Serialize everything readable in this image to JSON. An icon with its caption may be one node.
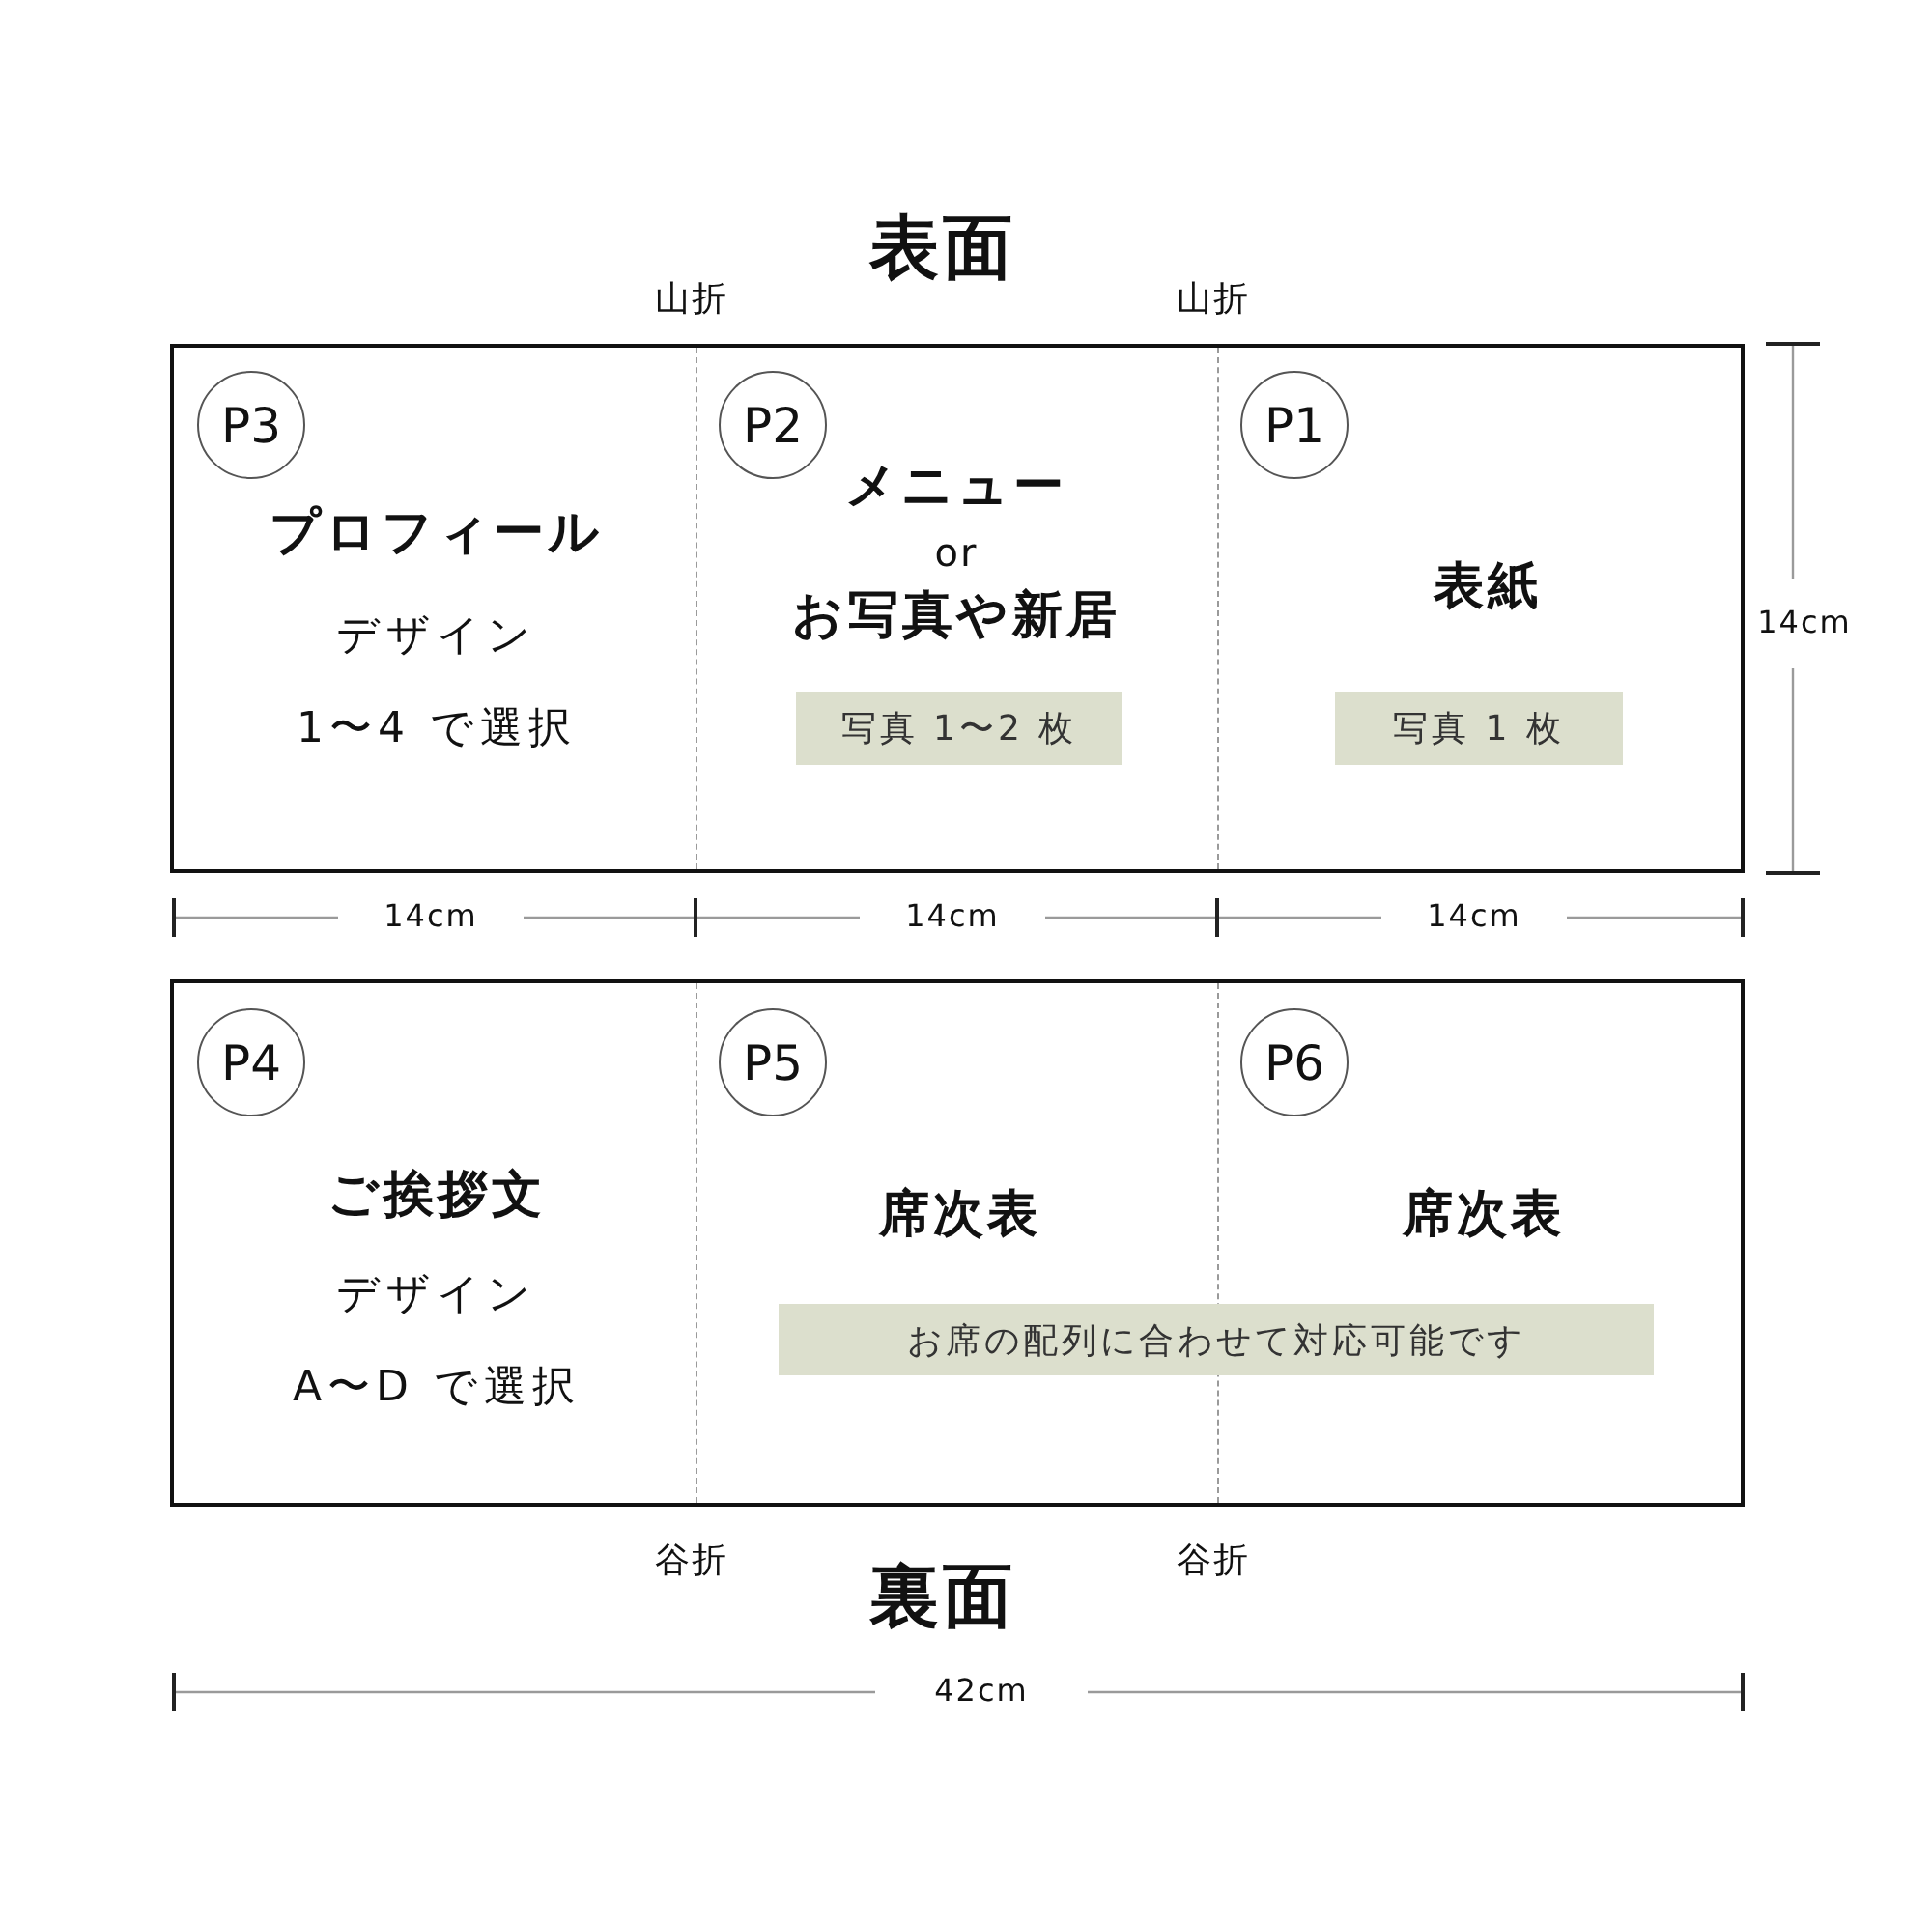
{
  "diagram": {
    "nodes": [
      {
        "text": [
          "表面"
        ]
      },
      {
        "text": [
          "プロフィール",
          "デザイン 1〜4 で選択"
        ],
        "in": 0
      },
      {
        "text": [
          "P3"
        ],
        "in": 1
      },
      {
        "text": [
          "メニュー",
          "or",
          "お写真や新居"
        ],
        "in": 0
      },
      {
        "text": [
          "P2"
        ],
        "in": 3
      },
      {
        "text": [
          "写真 1〜2 枚"
        ],
        "in": 3
      },
      {
        "text": [
          "表紙"
        ],
        "in": 0
      },
      {
        "text": [
          "P1"
        ],
        "in": 6
      },
      {
        "text": [
          "写真 1 枚"
        ],
        "in": 6
      },
      {
        "text": [
          "裏面"
        ]
      },
      {
        "text": [
          "ご挨拶文",
          "デザイン A〜D で選択"
        ],
        "in": 9
      },
      {
        "text": [
          "P4"
        ],
        "in": 10
      },
      {
        "text": [
          "席次表"
        ],
        "in": 9
      },
      {
        "text": [
          "P5"
        ],
        "in": 12
      },
      {
        "text": [
          "席次表"
        ],
        "in": 9
      },
      {
        "text": [
          "P6"
        ],
        "in": 14
      },
      {
        "text": [
          "お席の配列に合わせて対応可能です"
        ],
        "in": 9
      }
    ],
    "labels": [
      "山折",
      "山折",
      "14cm",
      "14cm",
      "14cm",
      "14cm",
      "谷折",
      "谷折",
      "42cm"
    ]
  }
}
